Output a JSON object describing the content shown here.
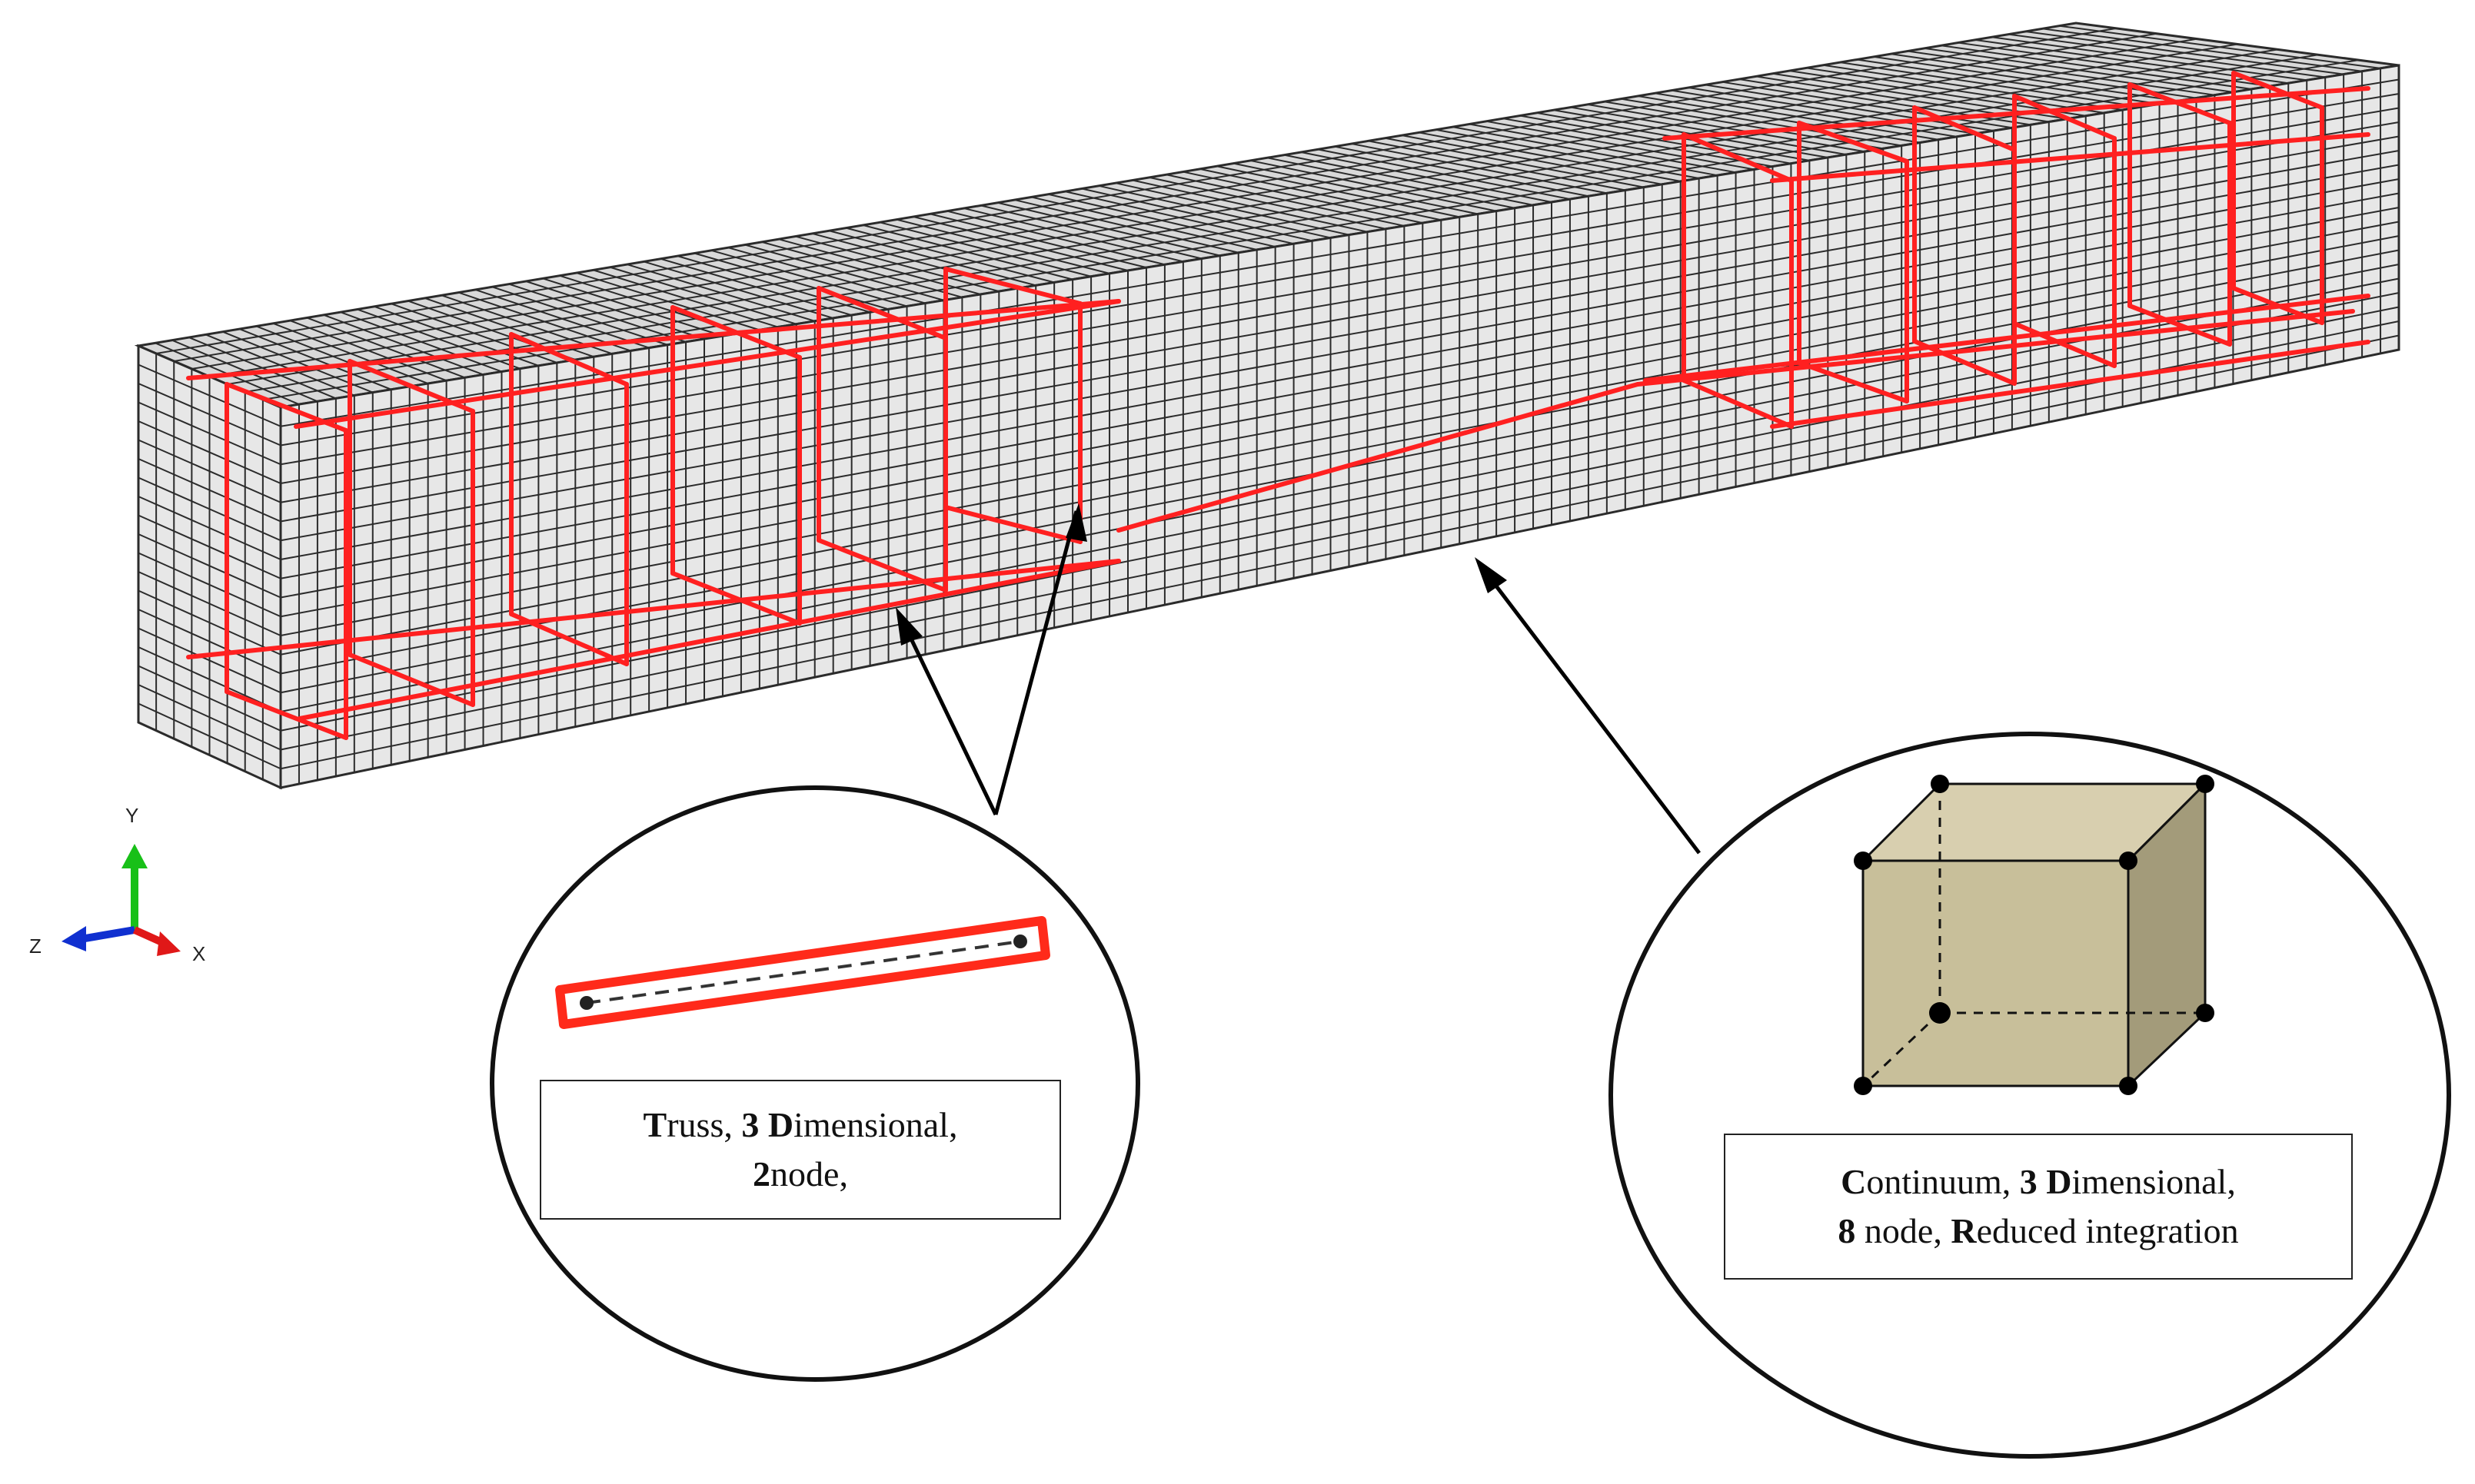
{
  "colors": {
    "mesh_fill": "#e7e7e7",
    "mesh_top": "#d9d9d9",
    "mesh_line": "#2b2b2b",
    "rebar": "#ff2020",
    "cube_front": "#c8bf9a",
    "cube_top": "#d8cfaf",
    "cube_side": "#a39b7a"
  },
  "axes": {
    "y": "Y",
    "x": "X",
    "z": "Z"
  },
  "truss_label": {
    "line1": [
      {
        "b": "T",
        "t": "russ, "
      },
      {
        "b": "3 D",
        "t": "imensional,"
      }
    ],
    "line2": [
      {
        "b": "2",
        "t": "node,"
      }
    ]
  },
  "continuum_label": {
    "line1": [
      {
        "b": "C",
        "t": "ontinuum, "
      },
      {
        "b": "3 D",
        "t": "imensional,"
      }
    ],
    "line2": [
      {
        "b": "8",
        "t": " node, "
      },
      {
        "b": "R",
        "t": "educed integration"
      }
    ]
  },
  "icons": [
    "axis-triad-icon",
    "truss-element-icon",
    "hexahedron-element-icon"
  ]
}
